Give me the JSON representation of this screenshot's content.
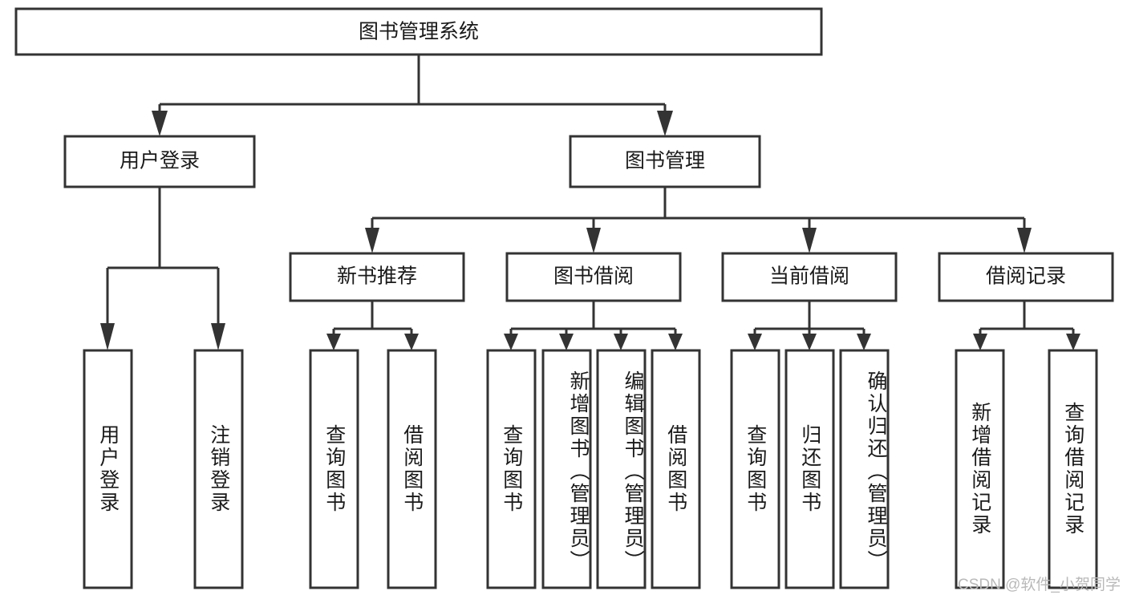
{
  "diagram": {
    "type": "tree-hierarchy",
    "title": "图书管理系统",
    "watermark": "CSDN @软件_小贺同学",
    "colors": {
      "stroke": "#333333",
      "fill": "#ffffff",
      "text": "#1a1a1a",
      "watermark": "#b9b9b9",
      "background": "#ffffff"
    },
    "levels": {
      "root": {
        "label": "图书管理系统"
      },
      "level2": [
        {
          "label": "用户登录"
        },
        {
          "label": "图书管理"
        }
      ],
      "level3": [
        {
          "label": "新书推荐"
        },
        {
          "label": "图书借阅"
        },
        {
          "label": "当前借阅"
        },
        {
          "label": "借阅记录"
        }
      ],
      "leaves": [
        {
          "label": "用户登录",
          "parent": "用户登录"
        },
        {
          "label": "注销登录",
          "parent": "用户登录"
        },
        {
          "label": "查询图书",
          "parent": "新书推荐"
        },
        {
          "label": "借阅图书",
          "parent": "新书推荐"
        },
        {
          "label": "查询图书",
          "parent": "图书借阅"
        },
        {
          "label": "新增图书（管理员）",
          "parent": "图书借阅"
        },
        {
          "label": "编辑图书（管理员）",
          "parent": "图书借阅"
        },
        {
          "label": "借阅图书",
          "parent": "图书借阅"
        },
        {
          "label": "查询图书",
          "parent": "当前借阅"
        },
        {
          "label": "归还图书",
          "parent": "当前借阅"
        },
        {
          "label": "确认归还（管理员）",
          "parent": "当前借阅"
        },
        {
          "label": "新增借阅记录",
          "parent": "借阅记录"
        },
        {
          "label": "查询借阅记录",
          "parent": "借阅记录"
        }
      ]
    }
  }
}
